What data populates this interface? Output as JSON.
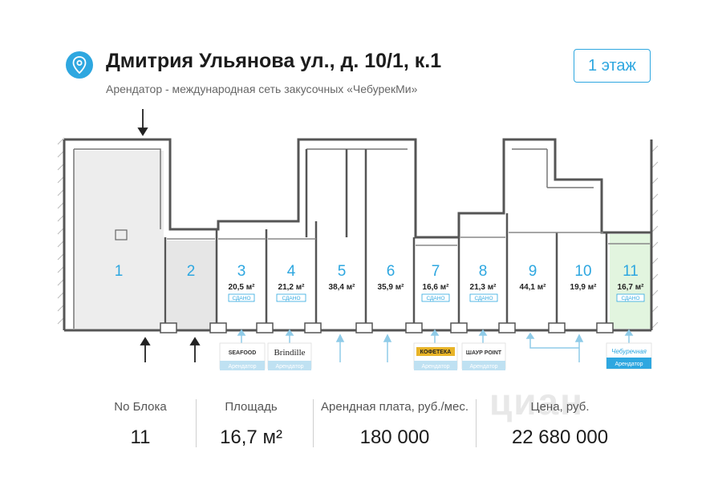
{
  "header": {
    "title": "Дмитрия Ульянова ул., д. 10/1, к.1",
    "subtitle": "Арендатор - международная сеть закусочных «ЧебурекМи»",
    "floor_button": "1 этаж"
  },
  "plan": {
    "units": [
      {
        "id": "1",
        "area": "",
        "status": ""
      },
      {
        "id": "2",
        "area": "",
        "status": ""
      },
      {
        "id": "3",
        "area": "20,5 м²",
        "status": "СДАНО"
      },
      {
        "id": "4",
        "area": "21,2 м²",
        "status": "СДАНО"
      },
      {
        "id": "5",
        "area": "38,4 м²",
        "status": ""
      },
      {
        "id": "6",
        "area": "35,9 м²",
        "status": ""
      },
      {
        "id": "7",
        "area": "16,6 м²",
        "status": "СДАНО"
      },
      {
        "id": "8",
        "area": "21,3 м²",
        "status": "СДАНО"
      },
      {
        "id": "9",
        "area": "44,1 м²",
        "status": ""
      },
      {
        "id": "10",
        "area": "19,9 м²",
        "status": ""
      },
      {
        "id": "11",
        "area": "16,7 м²",
        "status": "СДАНО"
      }
    ],
    "tenants": [
      {
        "brand": "SEAFOOD",
        "label": "Арендатор"
      },
      {
        "brand": "Brindille",
        "label": "Арендатор"
      },
      {
        "brand": "КОФЕТЕКА",
        "label": "Арендатор"
      },
      {
        "brand": "ШАУР POINT",
        "label": "Арендатор"
      },
      {
        "brand": "Чебуречная",
        "label": "Арендатор"
      }
    ],
    "selected_unit": "11"
  },
  "stats": {
    "block_label": "No Блока",
    "block_value": "11",
    "area_label": "Площадь",
    "area_value": "16,7 м²",
    "rent_label": "Арендная плата, руб./мес.",
    "rent_value": "180 000",
    "price_label": "Цена, руб.",
    "price_value": "22 680 000"
  },
  "watermark": "циан",
  "colors": {
    "accent": "#2ea7e0",
    "selected": "#e2f5df",
    "unit2": "#e6e6e6",
    "unit1": "#ededed"
  }
}
